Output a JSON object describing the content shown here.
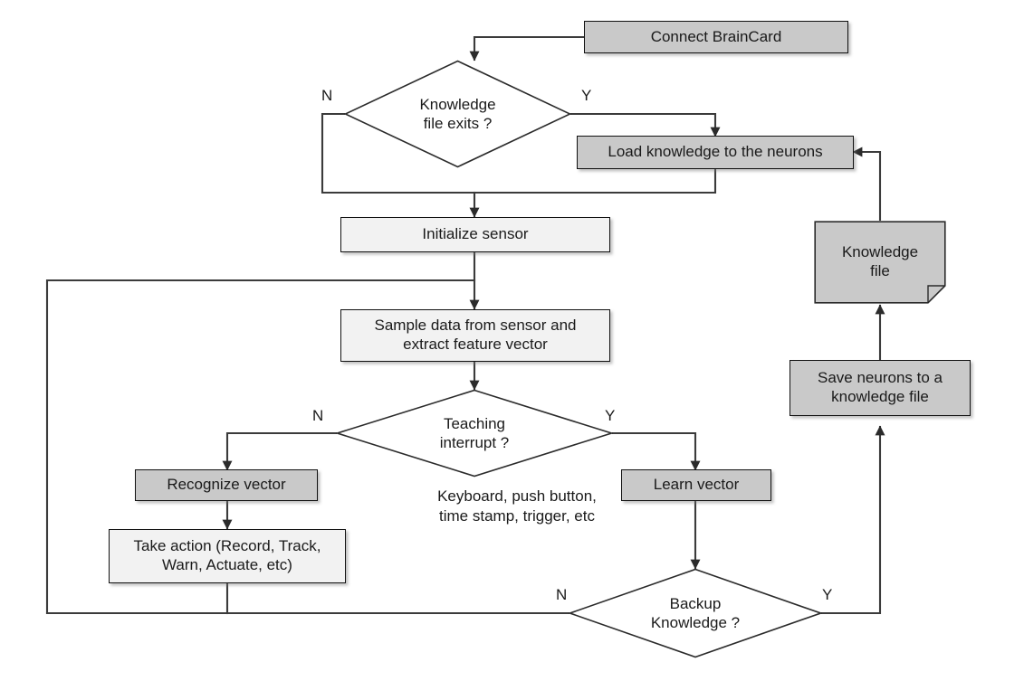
{
  "diagram": {
    "title": "BrainCard neuron learning and recognition flowchart",
    "colors": {
      "fill_gray": "#c9c9c9",
      "fill_light": "#f2f2f2",
      "stroke": "#111111",
      "wire": "#3b3b3b",
      "background": "#ffffff"
    },
    "nodes": {
      "connect_braincard": {
        "label": "Connect  BrainCard",
        "shape": "process",
        "fill": "gray"
      },
      "knowledge_file_exits": {
        "label": "Knowledge\nfile exits ?",
        "shape": "decision",
        "fill": "white"
      },
      "load_knowledge": {
        "label": "Load knowledge to the neurons",
        "shape": "process",
        "fill": "gray"
      },
      "initialize_sensor": {
        "label": "Initialize sensor",
        "shape": "process",
        "fill": "light"
      },
      "sample_data": {
        "label": "Sample data  from sensor and\nextract feature vector",
        "shape": "process",
        "fill": "light"
      },
      "teaching_interrupt": {
        "label": "Teaching\ninterrupt ?",
        "shape": "decision",
        "fill": "white"
      },
      "recognize_vector": {
        "label": "Recognize vector",
        "shape": "process",
        "fill": "gray"
      },
      "take_action": {
        "label": "Take action (Record, Track,\nWarn, Actuate, etc)",
        "shape": "process",
        "fill": "light"
      },
      "learn_vector": {
        "label": "Learn vector",
        "shape": "process",
        "fill": "gray"
      },
      "backup_knowledge": {
        "label": "Backup\nKnowledge ?",
        "shape": "decision",
        "fill": "white"
      },
      "save_neurons": {
        "label": "Save neurons to a\nknowledge file",
        "shape": "process",
        "fill": "gray"
      },
      "knowledge_file": {
        "label": "Knowledge\nfile",
        "shape": "document",
        "fill": "gray"
      }
    },
    "notes": {
      "teaching_sources": "Keyboard, push button,\ntime stamp, trigger, etc"
    },
    "edge_labels": {
      "knowledge_exits_no": "N",
      "knowledge_exits_yes": "Y",
      "teaching_no": "N",
      "teaching_yes": "Y",
      "backup_no": "N",
      "backup_yes": "Y"
    }
  }
}
